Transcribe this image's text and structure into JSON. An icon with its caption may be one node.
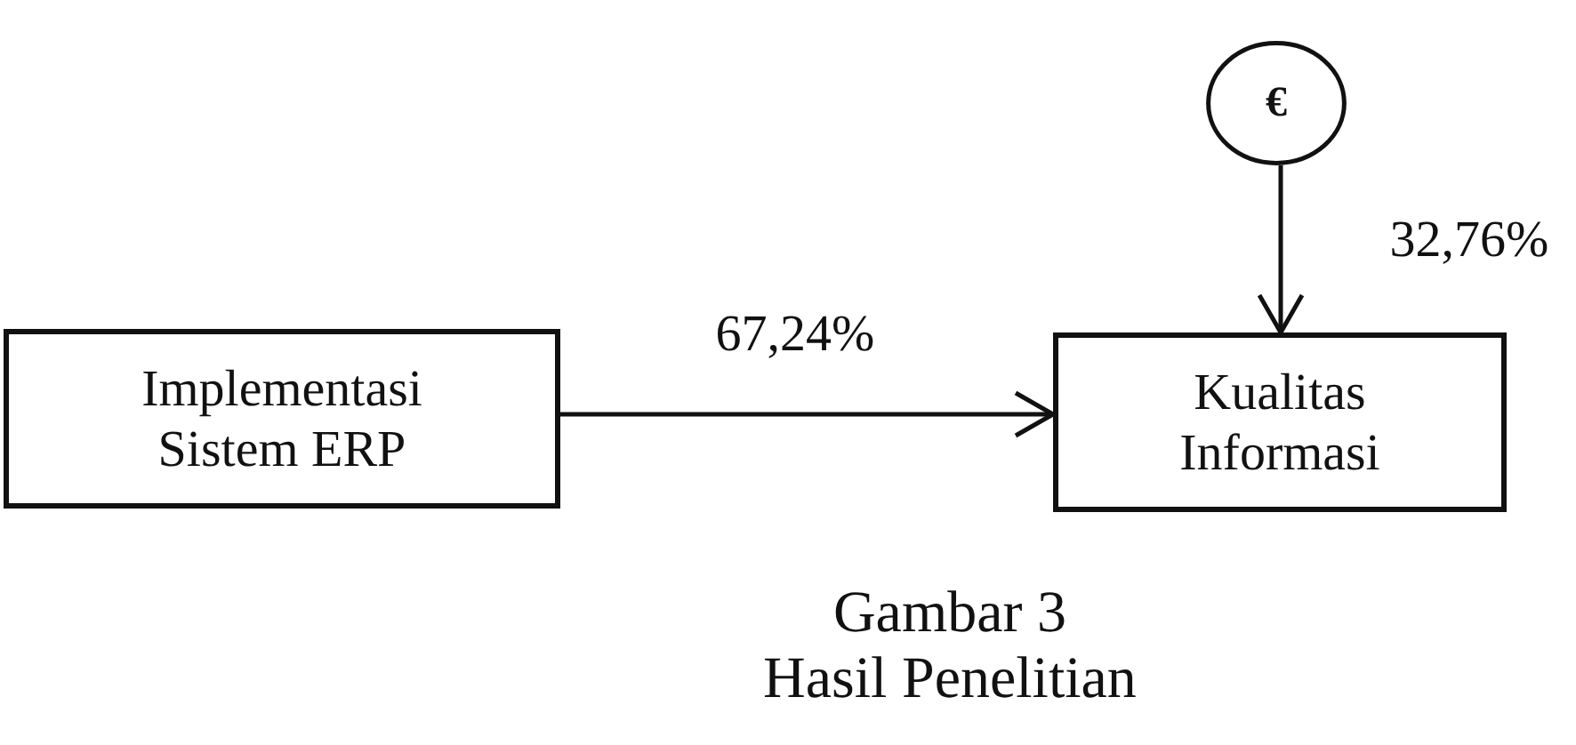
{
  "diagram": {
    "caption": "Gambar 3 Hasil Penelitian",
    "nodes": [
      {
        "text": [
          "Implementasi Sistem ERP"
        ]
      },
      {
        "text": [
          "Kualitas Informasi"
        ]
      },
      {
        "text": [
          "€"
        ]
      }
    ],
    "edges": [
      {
        "from": 0,
        "to": 1,
        "arrow": "to",
        "label": "67,24%"
      },
      {
        "from": 2,
        "to": 1,
        "arrow": "to",
        "label": "32,76%"
      }
    ]
  }
}
